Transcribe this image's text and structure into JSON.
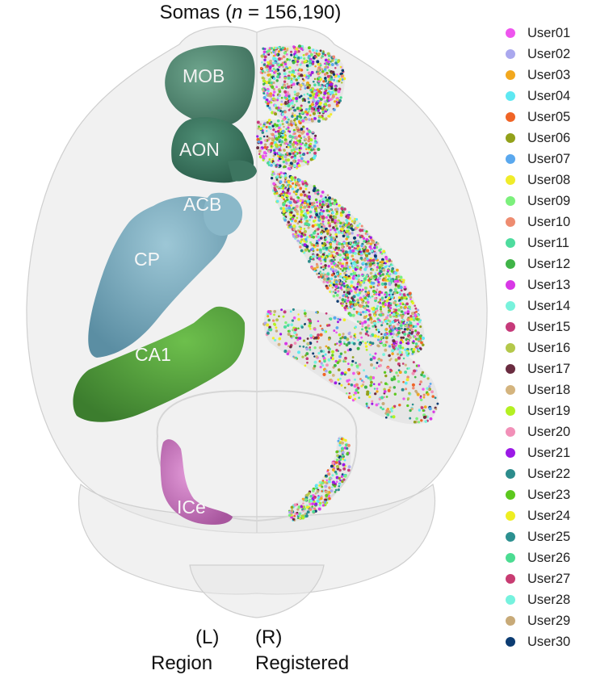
{
  "title": {
    "prefix": "Somas (",
    "n_symbol": "n",
    "suffix": " = 156,190)"
  },
  "regions": [
    {
      "key": "mob",
      "label": "MOB",
      "color": "#4f8a73"
    },
    {
      "key": "aon",
      "label": "AON",
      "color": "#3d7a63"
    },
    {
      "key": "acb",
      "label": "ACB",
      "color": "#7aa9bd"
    },
    {
      "key": "cp",
      "label": "CP",
      "color": "#7aa9bd"
    },
    {
      "key": "ca1",
      "label": "CA1",
      "color": "#5aa53f"
    },
    {
      "key": "ice",
      "label": "ICe",
      "color": "#c77bc4"
    }
  ],
  "legend": [
    {
      "label": "User01",
      "color": "#ee55ee"
    },
    {
      "label": "User02",
      "color": "#aaa8ee"
    },
    {
      "label": "User03",
      "color": "#f2a81e"
    },
    {
      "label": "User04",
      "color": "#5ee8f2"
    },
    {
      "label": "User05",
      "color": "#f06426"
    },
    {
      "label": "User06",
      "color": "#92a11a"
    },
    {
      "label": "User07",
      "color": "#5aa8ee"
    },
    {
      "label": "User08",
      "color": "#f0ec2a"
    },
    {
      "label": "User09",
      "color": "#7cf07c"
    },
    {
      "label": "User10",
      "color": "#ee8c70"
    },
    {
      "label": "User11",
      "color": "#4edc9e"
    },
    {
      "label": "User12",
      "color": "#40b448"
    },
    {
      "label": "User13",
      "color": "#d838e6"
    },
    {
      "label": "User14",
      "color": "#78f2dc"
    },
    {
      "label": "User15",
      "color": "#c63a7a"
    },
    {
      "label": "User16",
      "color": "#b4c84a"
    },
    {
      "label": "User17",
      "color": "#6a2c40"
    },
    {
      "label": "User18",
      "color": "#d4b47e"
    },
    {
      "label": "User19",
      "color": "#b4f022"
    },
    {
      "label": "User20",
      "color": "#f290b8"
    },
    {
      "label": "User21",
      "color": "#9b1ae6"
    },
    {
      "label": "User22",
      "color": "#2c8c8c"
    },
    {
      "label": "User23",
      "color": "#5cc81e"
    },
    {
      "label": "User24",
      "color": "#eeee22"
    },
    {
      "label": "User25",
      "color": "#2c9090"
    },
    {
      "label": "User26",
      "color": "#4cdc92"
    },
    {
      "label": "User27",
      "color": "#c83c72"
    },
    {
      "label": "User28",
      "color": "#76f2de"
    },
    {
      "label": "User29",
      "color": "#c8aa78"
    },
    {
      "label": "User30",
      "color": "#0c3c72"
    }
  ],
  "hemispheres": {
    "left": {
      "side": "(L)",
      "caption": "Region"
    },
    "right": {
      "side": "(R)",
      "caption": "Registered"
    }
  }
}
